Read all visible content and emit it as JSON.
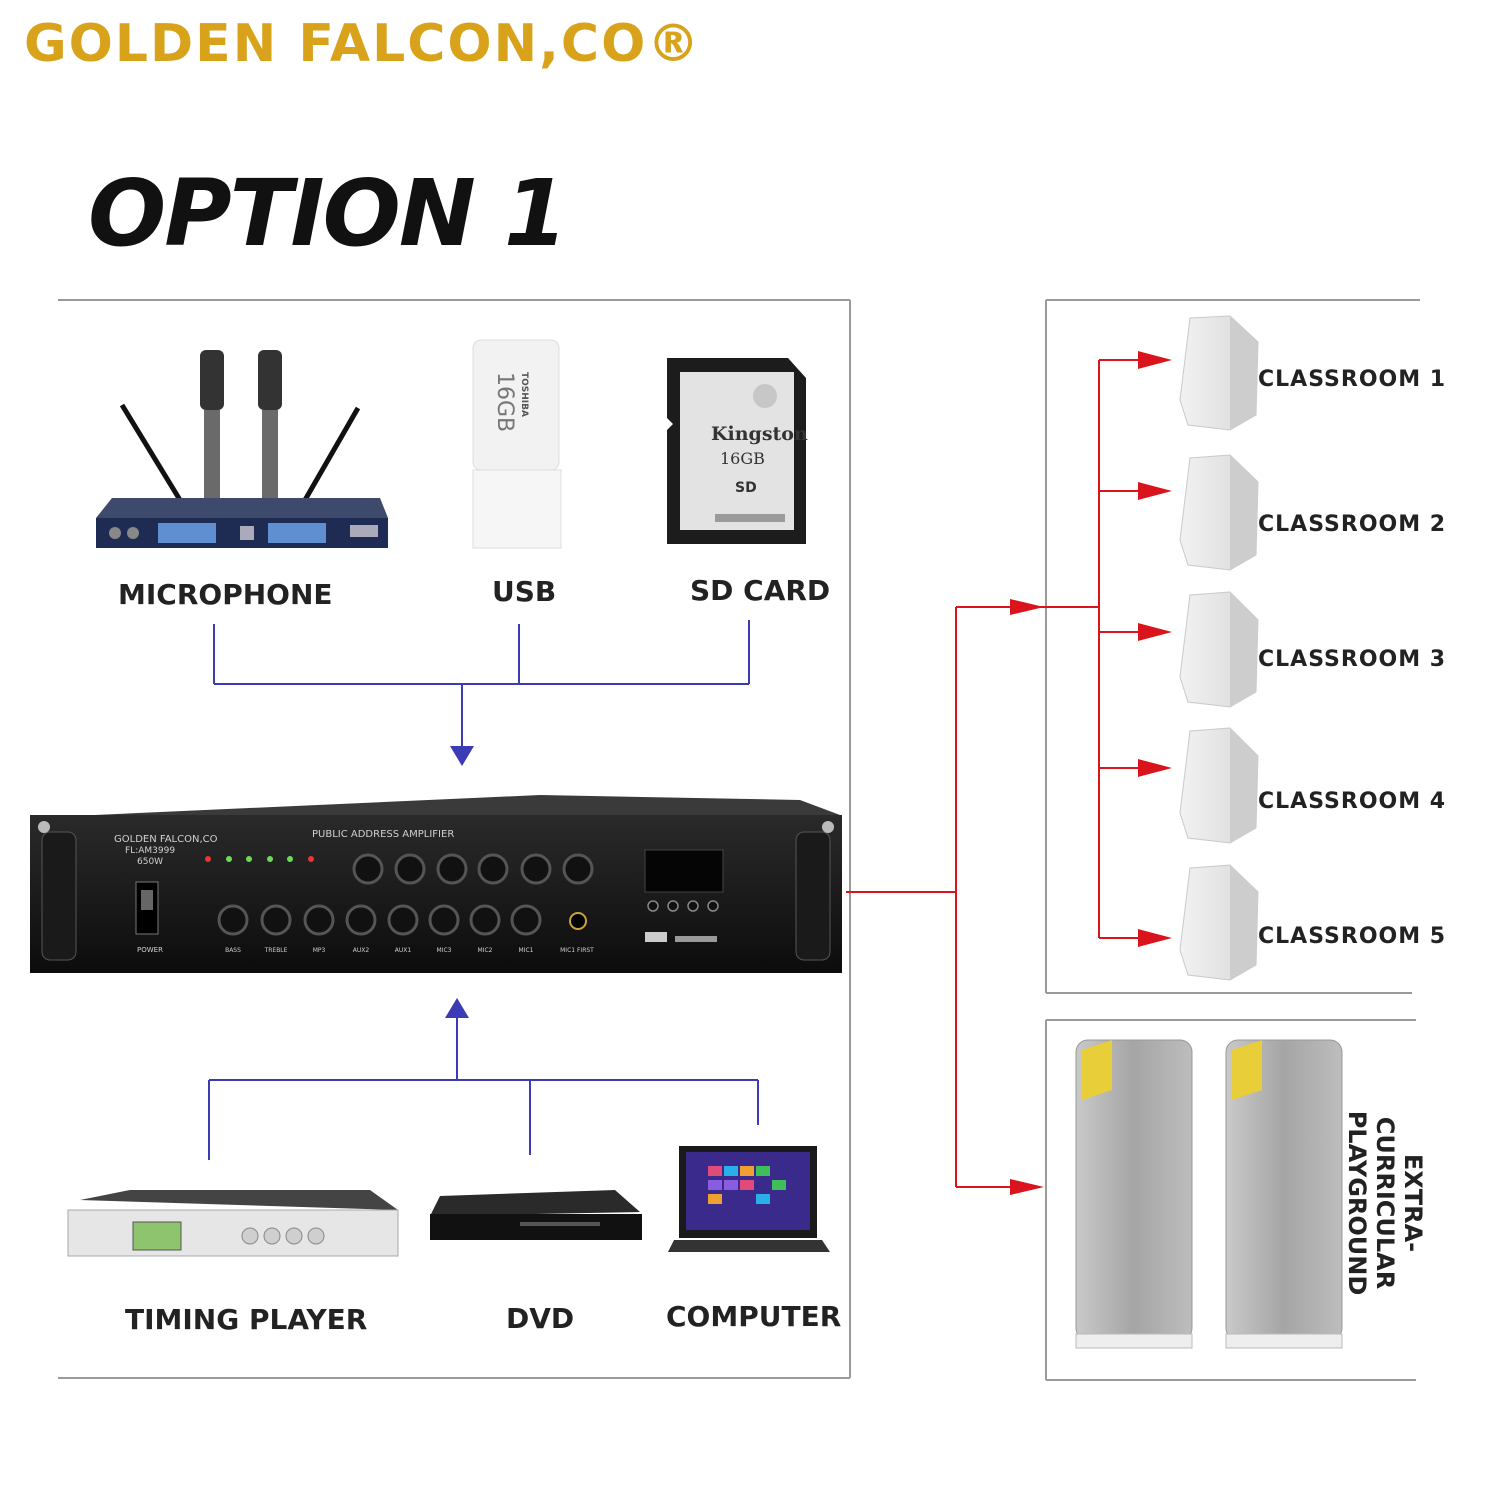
{
  "header": {
    "brand": "GOLDEN FALCON,CO®",
    "title": "OPTION 1"
  },
  "sources_top": [
    {
      "label": "MICROPHONE"
    },
    {
      "label": "USB"
    },
    {
      "label": "SD CARD"
    }
  ],
  "sources_bottom": [
    {
      "label": "TIMING PLAYER"
    },
    {
      "label": "DVD"
    },
    {
      "label": "COMPUTER"
    }
  ],
  "amplifier": {
    "brand": "GOLDEN FALCON,CO",
    "model": "FL:AM3999",
    "power": "650W",
    "panel_title": "PUBLIC ADDRESS AMPLIFIER",
    "knob_labels": [
      "BASS",
      "TREBLE",
      "MP3",
      "AUX2",
      "AUX1",
      "MIC3",
      "MIC2",
      "MIC1"
    ],
    "switch_label": "POWER",
    "mic_first": "MIC1 FIRST"
  },
  "usb_device": {
    "capacity": "16GB",
    "brand": "TOSHIBA"
  },
  "sd_device": {
    "brand": "Kingston",
    "capacity": "16GB"
  },
  "outputs": {
    "classrooms": [
      "CLASSROOM 1",
      "CLASSROOM 2",
      "CLASSROOM 3",
      "CLASSROOM 4",
      "CLASSROOM 5"
    ],
    "playground": "EXTRA-CURRICULAR PLAYGROUND"
  },
  "colors": {
    "brand": "#D9A21B",
    "input_lines": "#3B3BB5",
    "output_lines": "#D9141C",
    "frame": "#9a9a9a"
  }
}
